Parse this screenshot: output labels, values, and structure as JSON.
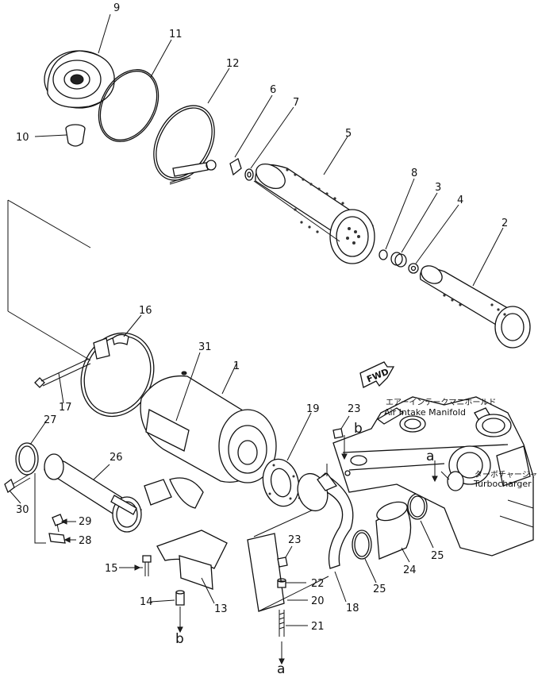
{
  "callouts": [
    "9",
    "11",
    "12",
    "10",
    "6",
    "7",
    "5",
    "8",
    "3",
    "4",
    "2",
    "16",
    "31",
    "1",
    "17",
    "19",
    "23",
    "27",
    "26",
    "29",
    "28",
    "30",
    "15",
    "14",
    "13",
    "23",
    "22",
    "20",
    "21",
    "18",
    "25",
    "24",
    "25"
  ],
  "letters": [
    "b",
    "a",
    "b",
    "a"
  ],
  "labels": {
    "fwd": "FWD",
    "intake_jp": "エアーインテークマニホールド",
    "intake_en": "Air Intake Manifold",
    "turbo_jp": "ターボチャージャ",
    "turbo_en": "Turbocharger"
  }
}
